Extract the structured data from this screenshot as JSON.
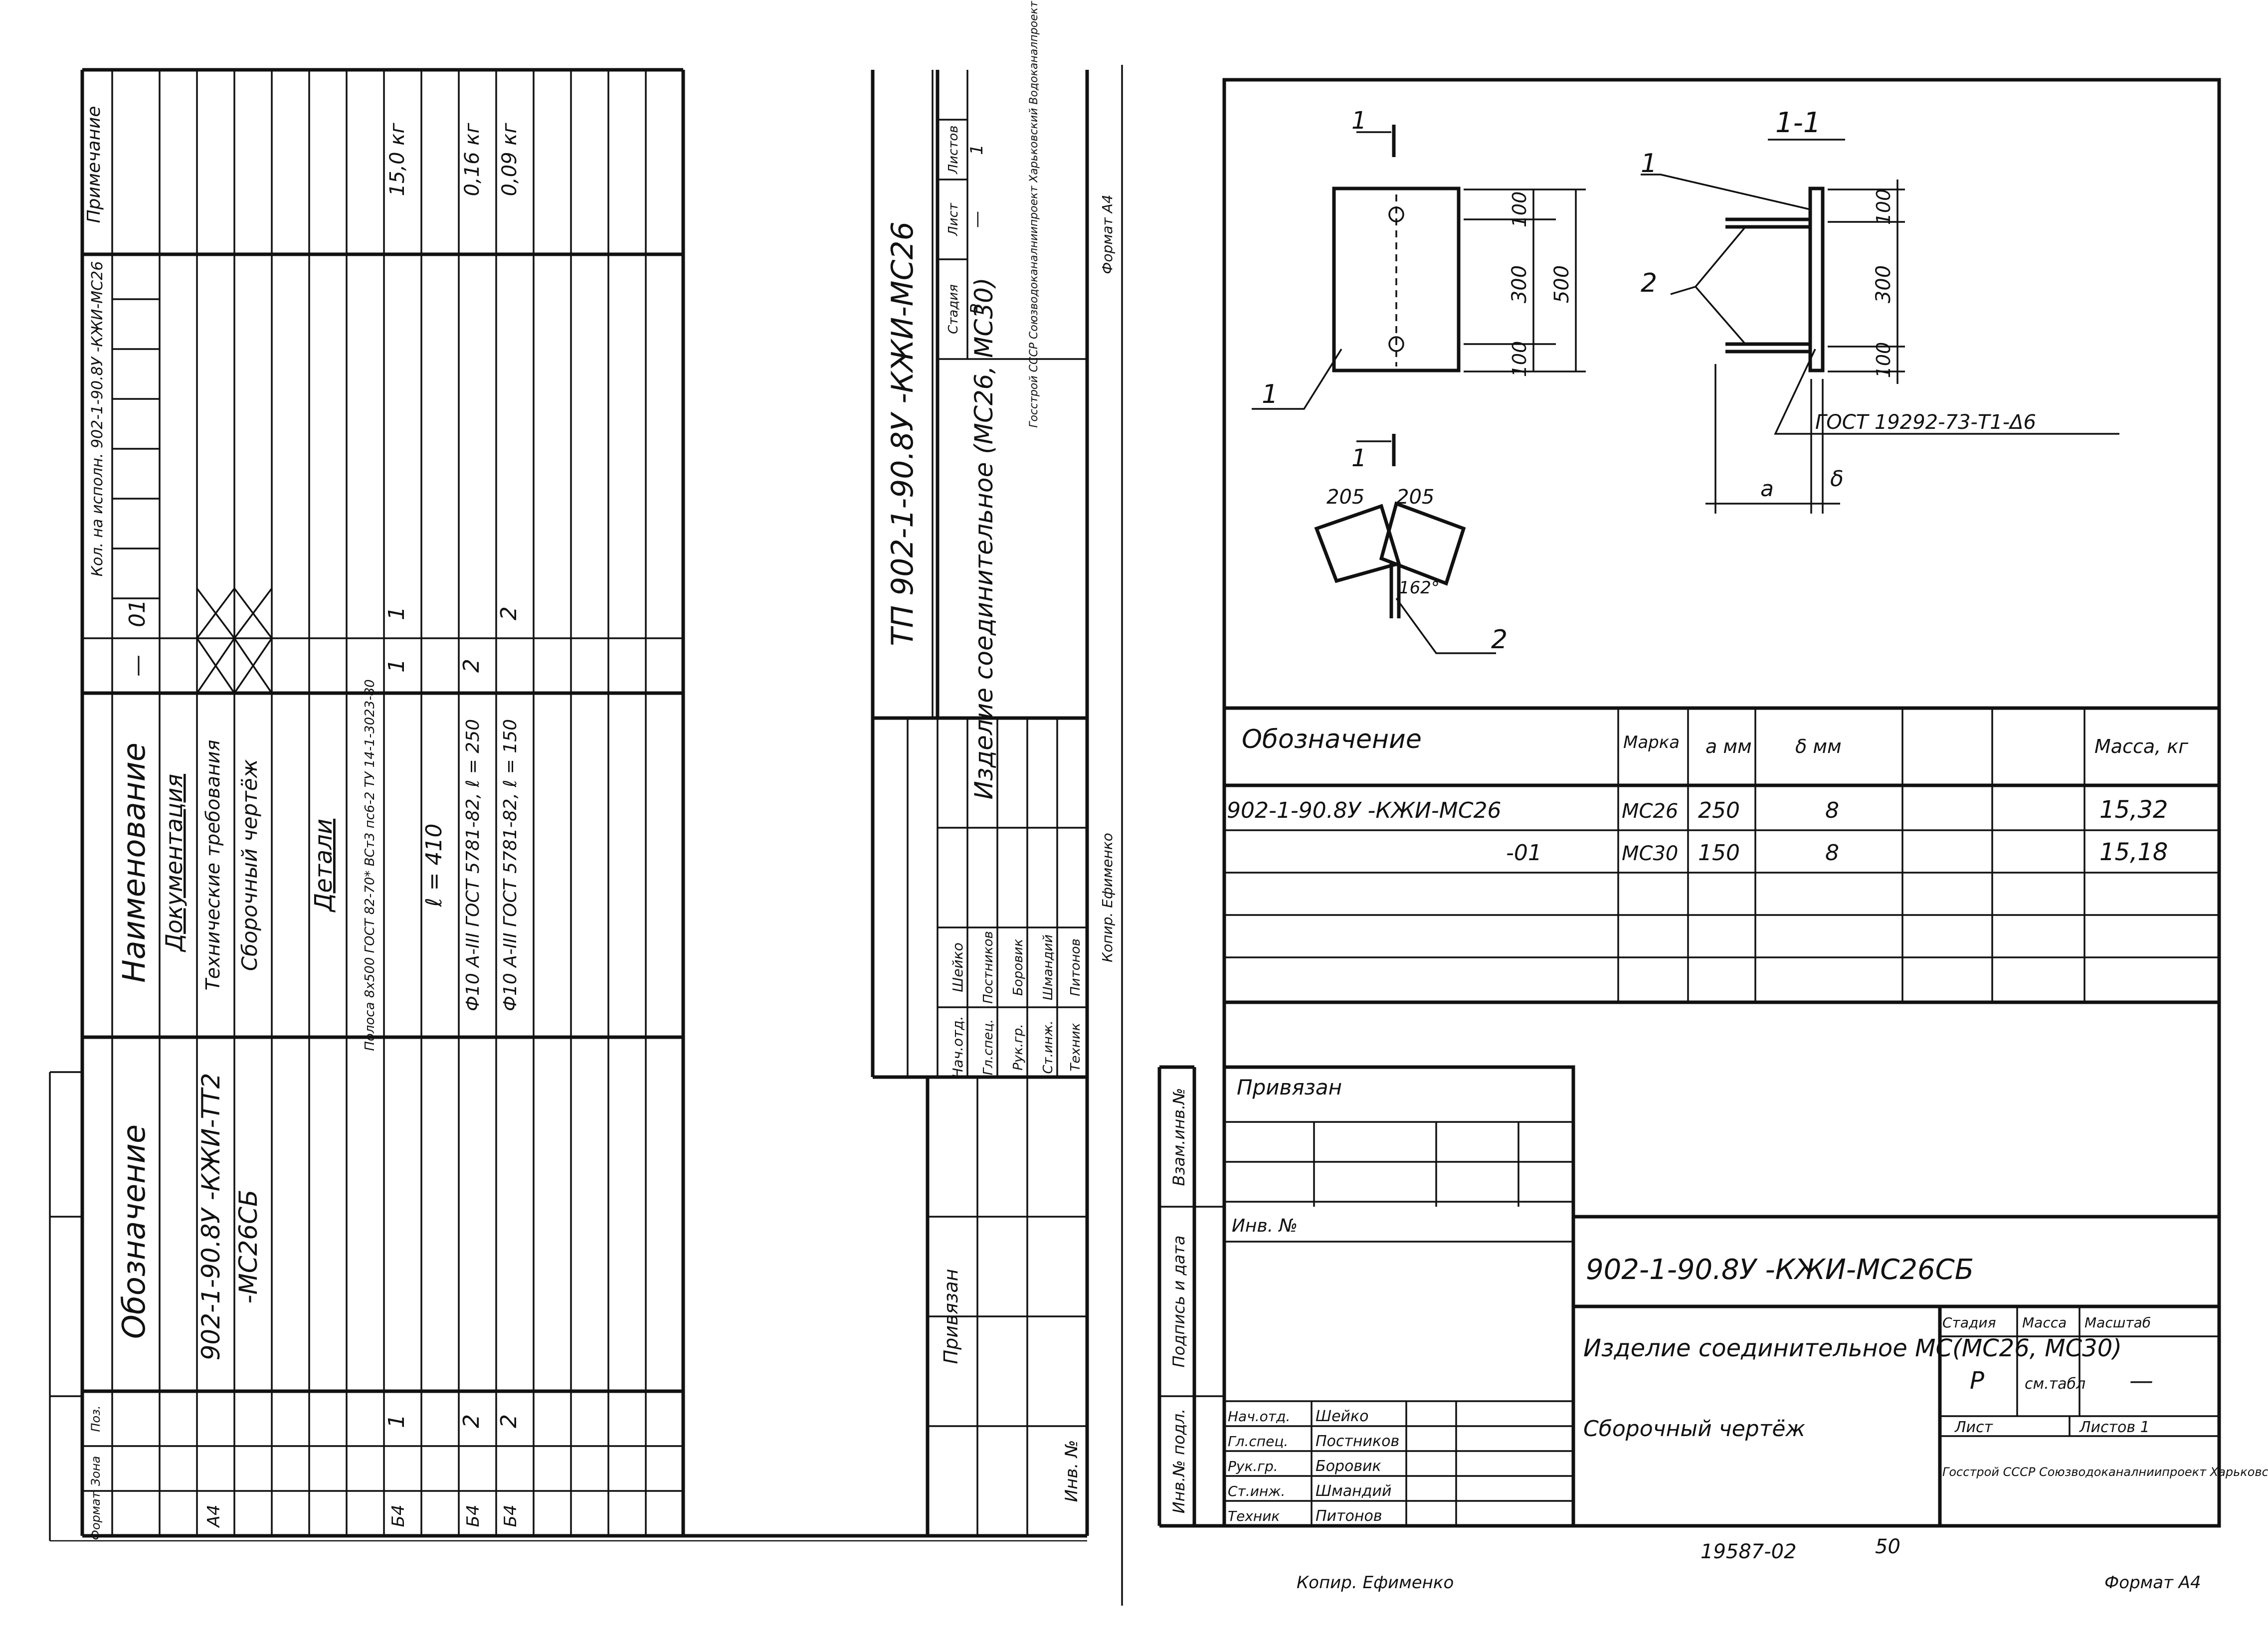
{
  "left_sheet": {
    "spec_headers": {
      "format": "Формат",
      "zone": "Зона",
      "pos": "Поз.",
      "designation": "Обозначение",
      "name": "Наименование",
      "qty": "Кол. на исполн. 902-1-90.8У -КЖИ-МС26",
      "note": "Примечание"
    },
    "exec_headers": [
      "—",
      "01"
    ],
    "spec_rows": [
      {
        "format": "",
        "pos": "",
        "designation": "",
        "name": "Документация",
        "q1": "",
        "q2": "",
        "note": ""
      },
      {
        "format": "А4",
        "pos": "",
        "designation": "902-1-90.8У -КЖИ-ТТ2",
        "name": "Технические требования",
        "q1": "",
        "q2": "",
        "note": ""
      },
      {
        "format": "",
        "pos": "",
        "designation": "-МС26СБ",
        "name": "Сборочный чертёж",
        "q1": "",
        "q2": "",
        "note": ""
      },
      {
        "format": "",
        "pos": "",
        "designation": "",
        "name": "",
        "q1": "",
        "q2": "",
        "note": ""
      },
      {
        "format": "",
        "pos": "",
        "designation": "",
        "name": "Детали",
        "q1": "",
        "q2": "",
        "note": ""
      },
      {
        "format": "Б4",
        "pos": "1",
        "designation": "",
        "name": "Полоса 8х500 ГОСТ 82-70* ВСт3 пс6-2 ТУ 14-1-3023-80",
        "q1": "1",
        "q2": "1",
        "note": "15,0 кг"
      },
      {
        "format": "",
        "pos": "",
        "designation": "",
        "name": "ℓ = 410",
        "q1": "",
        "q2": "",
        "note": ""
      },
      {
        "format": "Б4",
        "pos": "2",
        "designation": "",
        "name": "Ф10 А-III ГОСТ 5781-82, ℓ = 250",
        "q1": "2",
        "q2": "",
        "note": "0,16 кг"
      },
      {
        "format": "Б4",
        "pos": "2",
        "designation": "",
        "name": "Ф10 А-III ГОСТ 5781-82, ℓ = 150",
        "q1": "",
        "q2": "2",
        "note": "0,09 кг"
      }
    ],
    "stamp": {
      "code": "ТП 902-1-90.8У -КЖИ-МС26",
      "title": "Изделие соединительное (МС26, МС30)",
      "stage_label": "Стадия",
      "sheet_label": "Лист",
      "sheets_label": "Листов",
      "stage": "Р",
      "sheet": "—",
      "sheets": "1",
      "org": "Госстрой СССР Союзводоканалниипроект Харьковский Водоканалпроект",
      "people": [
        {
          "role": "Нач.отд.",
          "name": "Шейко"
        },
        {
          "role": "Гл.спец.",
          "name": "Постников"
        },
        {
          "role": "Рук.гр.",
          "name": "Боровик"
        },
        {
          "role": "Ст.инж.",
          "name": "Шмандий"
        },
        {
          "role": "Техник",
          "name": "Питонов"
        }
      ],
      "privyazan": "Привязан",
      "inv": "Инв. №",
      "copied": "Копир. Ефименко",
      "format": "Формат А4"
    }
  },
  "right_sheet": {
    "drawing": {
      "section_mark": "1",
      "section_title": "1-1",
      "pos1": "1",
      "pos2": "2",
      "dim_100_top": "100",
      "dim_300": "300",
      "dim_500": "500",
      "dim_100_bot": "100",
      "dim_205_a": "205",
      "dim_205_b": "205",
      "angle": "162°",
      "gost_weld": "ГОСТ 19292-73-Т1-Δ6",
      "dim_a": "a",
      "dim_delta": "δ"
    },
    "table": {
      "headers": [
        "Обозначение",
        "Марка",
        "a мм",
        "δ мм",
        "",
        "",
        "Масса, кг"
      ],
      "rows": [
        [
          "902-1-90.8У -КЖИ-МС26",
          "МС26",
          "250",
          "8",
          "",
          "",
          "15,32"
        ],
        [
          "-01",
          "МС30",
          "150",
          "8",
          "",
          "",
          "15,18"
        ]
      ]
    },
    "side_labels": [
      "Взам.инв.№",
      "Подпись и дата",
      "Инв.№ подл."
    ],
    "privyazan": "Привязан",
    "inv": "Инв. №",
    "stamp": {
      "code": "902-1-90.8У -КЖИ-МС26СБ",
      "title": "Изделие соединительное МС(МС26, МС30)",
      "subtitle": "Сборочный чертёж",
      "stage_label": "Стадия",
      "mass_label": "Масса",
      "scale_label": "Масштаб",
      "stage": "Р",
      "mass": "см.табл",
      "scale": "—",
      "sheet_label": "Лист",
      "sheets_label": "Листов 1",
      "org": "Госстрой СССР Союзводоканалниипроект Харьковский Водоканалпроект",
      "people": [
        {
          "role": "Нач.отд.",
          "name": "Шейко"
        },
        {
          "role": "Гл.спец.",
          "name": "Постников"
        },
        {
          "role": "Рук.гр.",
          "name": "Боровик"
        },
        {
          "role": "Ст.инж.",
          "name": "Шмандий"
        },
        {
          "role": "Техник",
          "name": "Питонов"
        }
      ]
    },
    "footer": {
      "number": "19587-02",
      "page": "50",
      "copied": "Копир. Ефименко",
      "format": "Формат А4"
    }
  }
}
